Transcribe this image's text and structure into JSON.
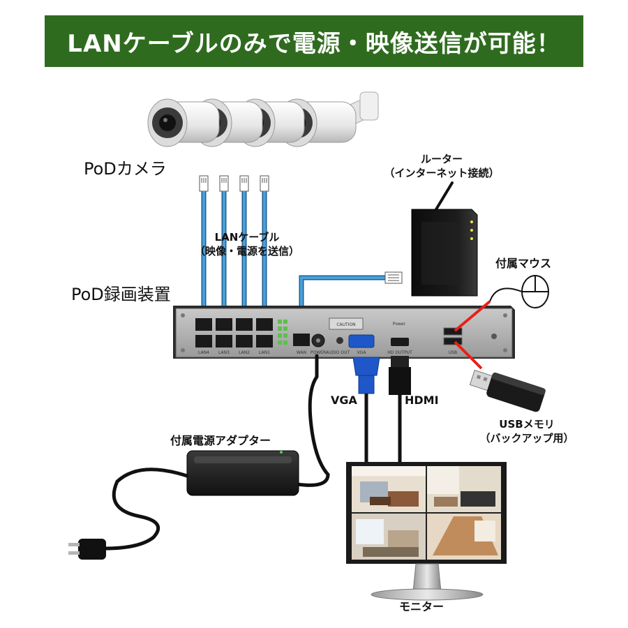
{
  "banner": {
    "title": "LANケーブルのみで電源・映像送信が可能！"
  },
  "labels": {
    "camera": "PoDカメラ",
    "lan_cable_line1": "LANケーブル",
    "lan_cable_line2": "（映像・電源を送信）",
    "recorder": "PoD録画装置",
    "router_line1": "ルーター",
    "router_line2": "（インターネット接続）",
    "mouse": "付属マウス",
    "usb_line1": "USBメモリ",
    "usb_line2": "（バックアップ用）",
    "adapter": "付属電源アダプター",
    "vga": "VGA",
    "hdmi": "HDMI",
    "monitor": "モニター"
  },
  "device_text": {
    "caution": "CAUTION",
    "lan4": "LAN4",
    "lan3": "LAN3",
    "lan2": "LAN2",
    "lan1": "LAN1",
    "wan": "WAN",
    "power": "POWER",
    "audio_out": "AUDIO OUT",
    "vga_port": "VGA",
    "power_top": "Power",
    "hd_output": "HD OUTPUT",
    "usb": "USB"
  },
  "colors": {
    "banner_bg": "#2f6b1f",
    "lan_cable": "#4a9fd8",
    "vga_connector": "#1f57c8",
    "usb_link": "#e8201a"
  }
}
